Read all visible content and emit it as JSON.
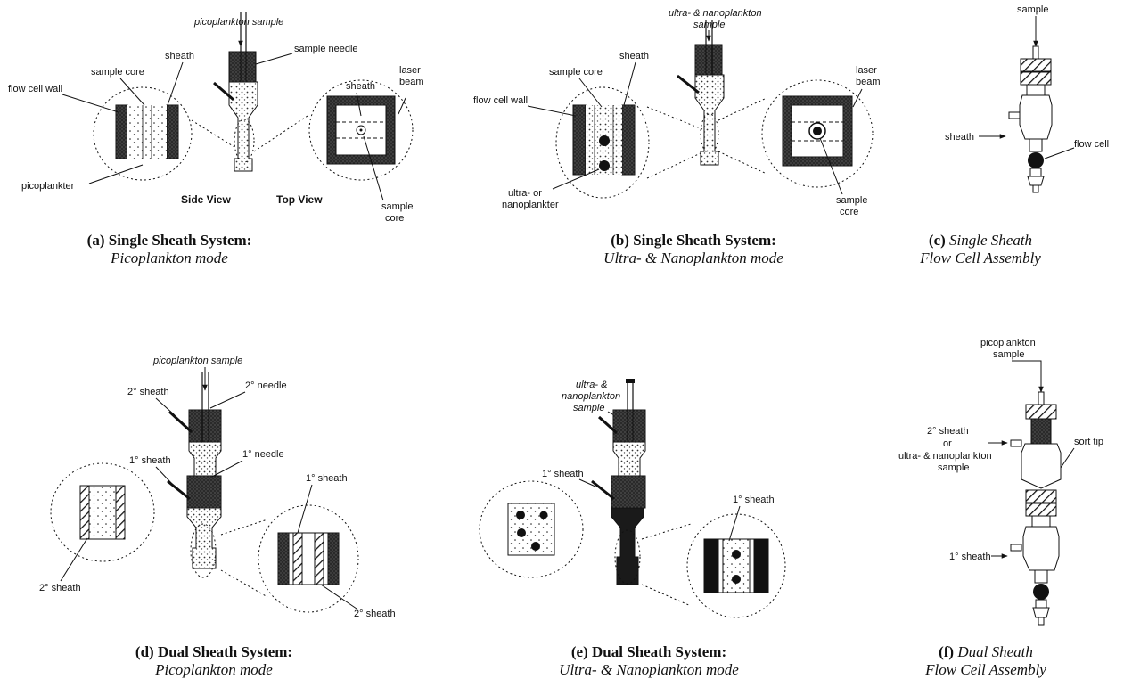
{
  "panel_a": {
    "labels": {
      "sample": "picoplankton sample",
      "needle": "sample needle",
      "sheath_left": "sheath",
      "sample_core_left": "sample core",
      "flow_cell_wall": "flow cell wall",
      "picoplankter": "picoplankter",
      "side_view": "Side View",
      "top_view": "Top View",
      "sheath_top": "sheath",
      "laser_beam_1": "laser",
      "laser_beam_2": "beam",
      "sample_core_right_1": "sample",
      "sample_core_right_2": "core"
    },
    "caption_line1_letter": "(a)",
    "caption_line1": "Single Sheath System:",
    "caption_line2": "Picoplankton mode"
  },
  "panel_b": {
    "labels": {
      "sample_1": "ultra- & nanoplankton",
      "sample_2": "sample",
      "sheath": "sheath",
      "sample_core": "sample core",
      "flow_cell_wall": "flow cell wall",
      "ultra_1": "ultra- or",
      "ultra_2": "nanoplankter",
      "laser_1": "laser",
      "laser_2": "beam",
      "core_1": "sample",
      "core_2": "core"
    },
    "caption_line1_letter": "(b)",
    "caption_line1": "Single Sheath System:",
    "caption_line2": "Ultra- & Nanoplankton mode"
  },
  "panel_c": {
    "labels": {
      "sample": "sample",
      "sheath": "sheath",
      "flow_cell": "flow cell"
    },
    "caption_line1_letter": "(c)",
    "caption_line1": "Single Sheath",
    "caption_line2": "Flow Cell Assembly"
  },
  "panel_d": {
    "labels": {
      "sample": "picoplankton sample",
      "sheath2": "2° sheath",
      "needle2": "2° needle",
      "sheath1": "1° sheath",
      "needle1": "1° needle",
      "sheath1_right": "1° sheath",
      "sheath2_left": "2° sheath",
      "sheath2_right": "2° sheath"
    },
    "caption_line1_letter": "(d)",
    "caption_line1": "Dual Sheath System:",
    "caption_line2": "Picoplankton mode"
  },
  "panel_e": {
    "labels": {
      "sample_1": "ultra- &",
      "sample_2": "nanoplankton",
      "sample_3": "sample",
      "sheath1": "1° sheath",
      "sheath1_right": "1° sheath"
    },
    "caption_line1_letter": "(e)",
    "caption_line1": "Dual Sheath System:",
    "caption_line2": "Ultra- & Nanoplankton mode"
  },
  "panel_f": {
    "labels": {
      "sample_1": "picoplankton",
      "sample_2": "sample",
      "mid_1": "2° sheath",
      "mid_2": "or",
      "mid_3": "ultra- & nanoplankton",
      "mid_4": "sample",
      "sort_tip": "sort tip",
      "sheath1": "1° sheath"
    },
    "caption_line1_letter": "(f)",
    "caption_line1": "Dual Sheath",
    "caption_line2": "Flow Cell Assembly"
  }
}
